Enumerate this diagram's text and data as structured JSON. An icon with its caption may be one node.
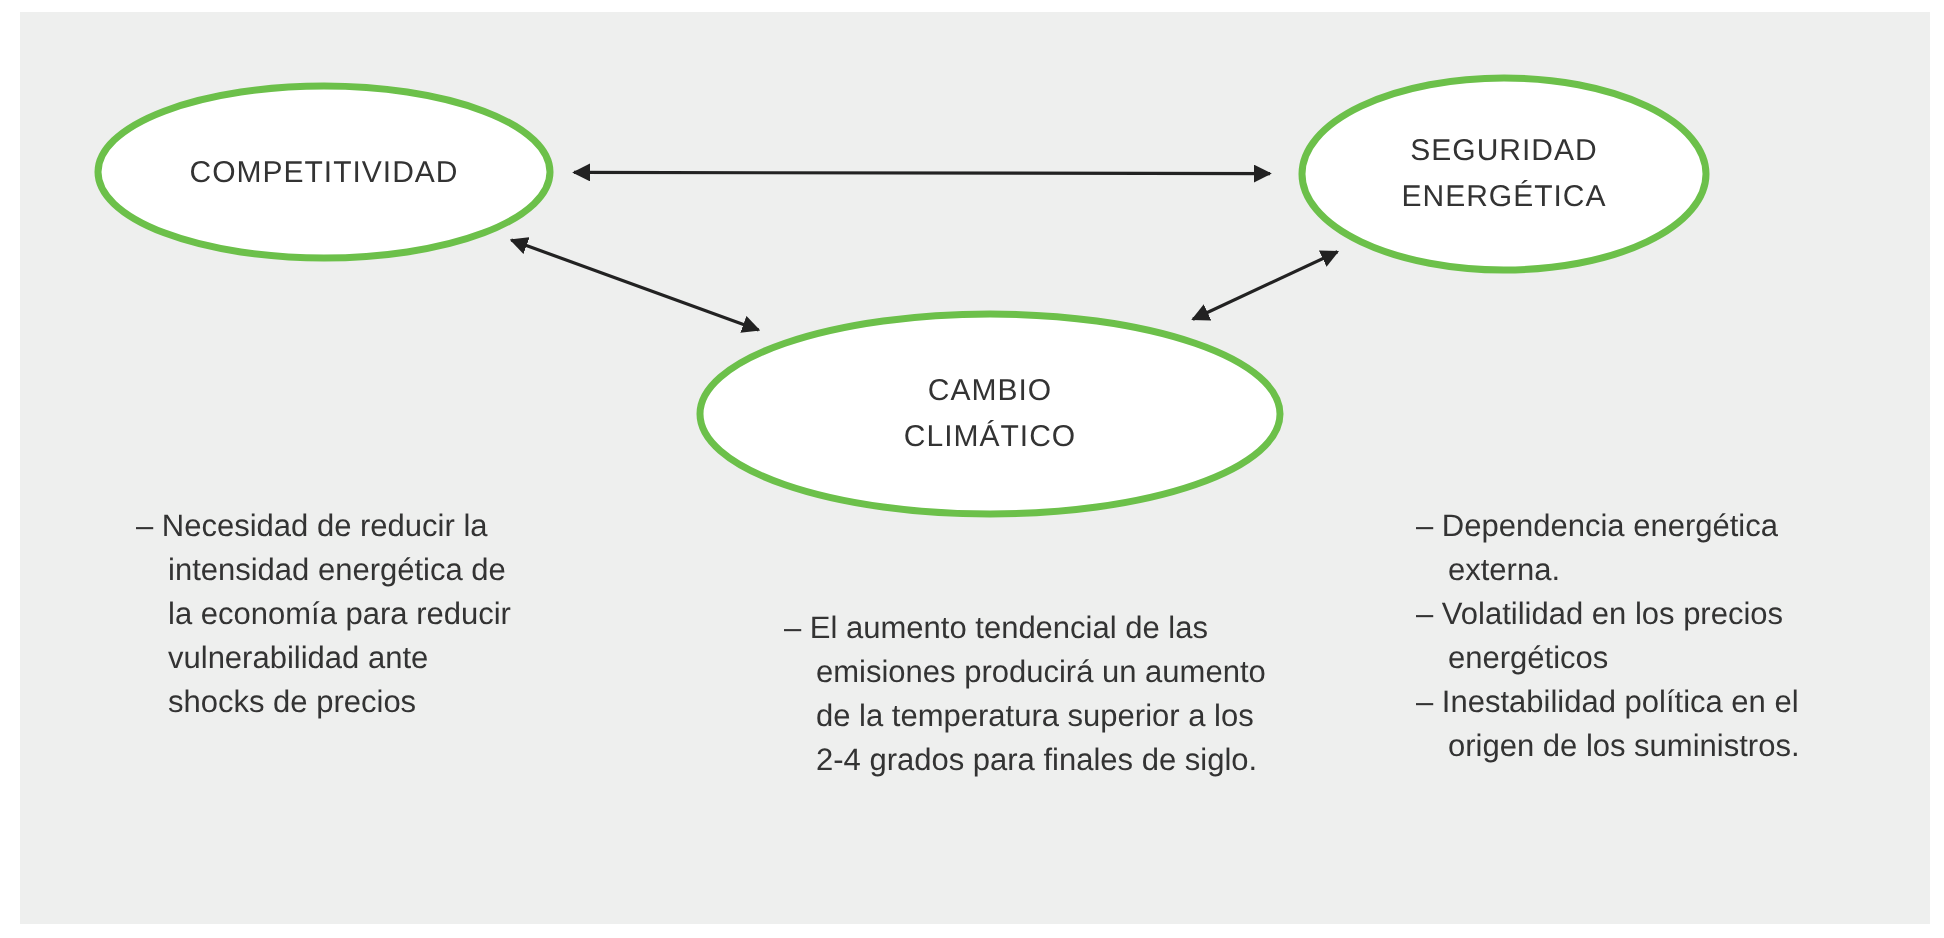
{
  "diagram": {
    "nodes": [
      {
        "text": [
          "COMPETITIVIDAD"
        ]
      },
      {
        "text": [
          "SEGURIDAD ENERGÉTICA"
        ]
      },
      {
        "text": [
          "CAMBIO CLIMÁTICO"
        ]
      }
    ],
    "edges": [
      {
        "from": 0,
        "to": 1,
        "arrow": "both"
      },
      {
        "from": 0,
        "to": 2,
        "arrow": "both"
      },
      {
        "from": 1,
        "to": 2,
        "arrow": "both"
      }
    ],
    "labels": [
      "– Necesidad de reducir la intensidad energética de la economía para reducir vulnerabilidad ante shocks de precios",
      "– Dependencia energética externa.",
      "– Volatilidad en los precios energéticos",
      "– Inestabilidad política en el origen de los suministros.",
      "– El aumento tendencial de las emisiones producirá un aumento de la temperatura superior a los 2-4 grados para finales de siglo."
    ]
  }
}
